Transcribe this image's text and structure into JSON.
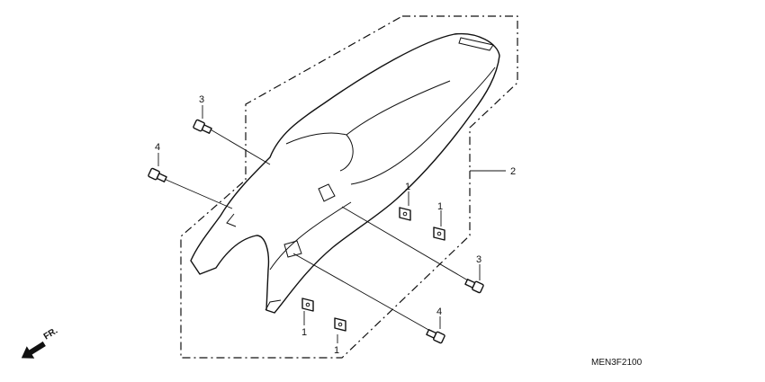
{
  "callouts": {
    "c1a": "1",
    "c1b": "1",
    "c1c": "1",
    "c1d": "1",
    "c2": "2",
    "c3a": "3",
    "c3b": "3",
    "c4a": "4",
    "c4b": "4"
  },
  "direction_label": "FR.",
  "diagram_code": "MEN3F2100",
  "icons": {
    "direction": "front-direction-arrow-icon",
    "bolt": "flange-bolt-icon",
    "nut": "clip-nut-icon"
  }
}
